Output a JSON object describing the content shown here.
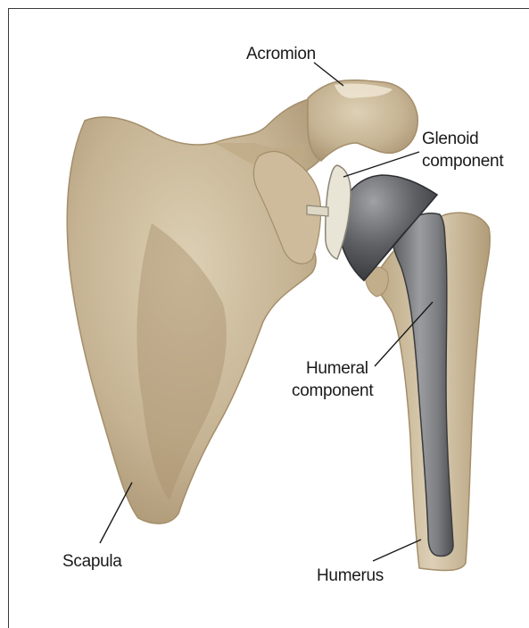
{
  "labels": {
    "acromion": "Acromion",
    "glenoid_line1": "Glenoid",
    "glenoid_line2": "component",
    "humeral_line1": "Humeral",
    "humeral_line2": "component",
    "scapula": "Scapula",
    "humerus": "Humerus"
  },
  "colors": {
    "bone": "#c9b89a",
    "bone_shadow": "#9c876a",
    "bone_light": "#e6dcc6",
    "implant_dark": "#4a4b4f",
    "implant_mid": "#7a7c80",
    "implant_light": "#b5b7ba",
    "glenoid": "#e8e4d6"
  }
}
